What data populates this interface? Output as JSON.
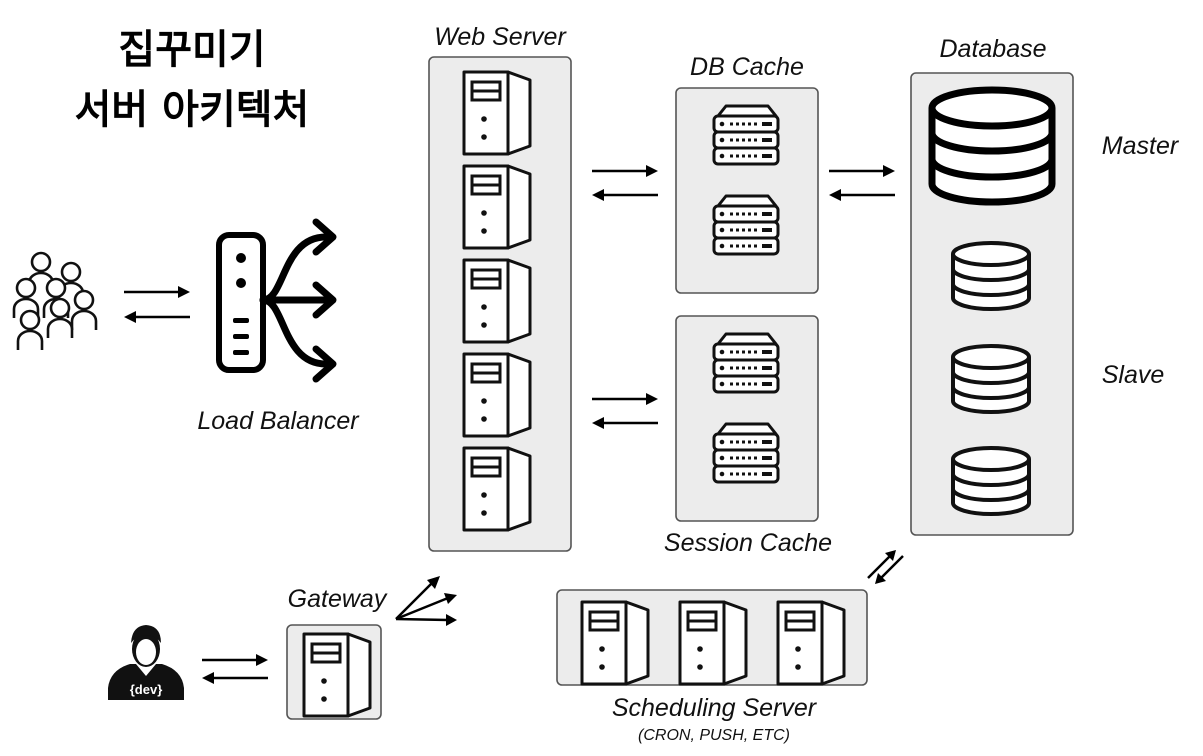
{
  "title": {
    "line1": "집꾸미기",
    "line2": "서버 아키텍처"
  },
  "labels": {
    "load_balancer": "Load Balancer",
    "web_server": "Web Server",
    "db_cache": "DB Cache",
    "session_cache": "Session Cache",
    "database": "Database",
    "master": "Master",
    "slave": "Slave",
    "gateway": "Gateway",
    "scheduling_server": "Scheduling Server",
    "scheduling_note": "(CRON, PUSH, ETC)",
    "developer_badge": "{dev}"
  },
  "icons": {
    "users": "users-group-icon",
    "load_balancer": "load-balancer-icon",
    "web_server": "tower-server-icon",
    "cache": "rack-server-icon",
    "database": "database-icon",
    "developer": "developer-icon"
  },
  "counts": {
    "web_servers": 5,
    "db_cache_nodes": 2,
    "session_cache_nodes": 2,
    "db_slaves": 3,
    "scheduling_servers": 3
  }
}
